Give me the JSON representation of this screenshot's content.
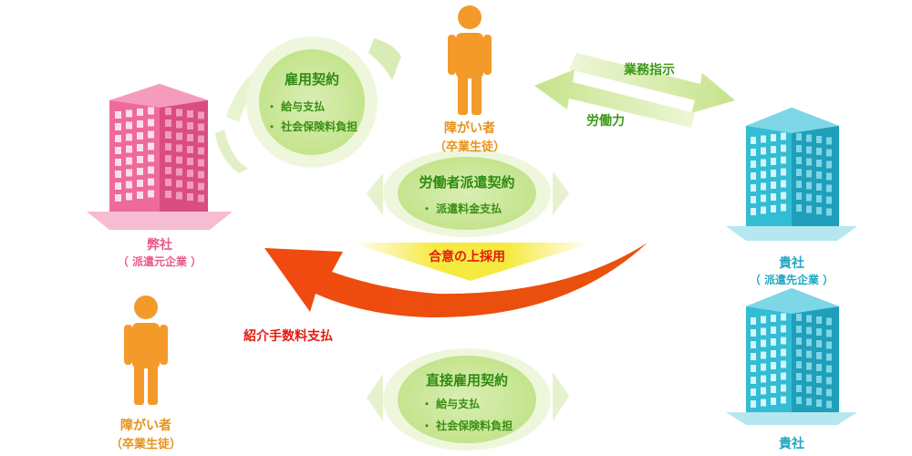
{
  "left_company": {
    "name": "弊社",
    "sub": "（ 派遣元企業 ）"
  },
  "right_company_top": {
    "name": "貴社",
    "sub": "（ 派遣先企業 ）"
  },
  "right_company_bottom": {
    "name": "貴社"
  },
  "worker_top": {
    "line1": "障がい者",
    "line2": "（卒業生徒）"
  },
  "worker_bottom": {
    "line1": "障がい者",
    "line2": "（卒業生徒）"
  },
  "employment_contract": {
    "title": "雇用契約",
    "items": [
      "・ 給与支払",
      "・ 社会保険料負担"
    ]
  },
  "dispatch_contract": {
    "title": "労働者派遣契約",
    "items": [
      "・ 派遣料金支払"
    ]
  },
  "direct_contract": {
    "title": "直接雇用契約",
    "items": [
      "・ 給与支払",
      "・ 社会保険料負担"
    ]
  },
  "arrows": {
    "work_instruction": "業務指示",
    "labor": "労働力",
    "agreement": "合意の上採用",
    "fee": "紹介手数料支払"
  },
  "colors": {
    "pink": "#e75a8c",
    "orange": "#f39a2b",
    "teal": "#2bb7cf",
    "green": "#3a9a16",
    "red": "#e31a12",
    "yellow": "#f5e61a",
    "arrow_red": "#f04a10"
  }
}
